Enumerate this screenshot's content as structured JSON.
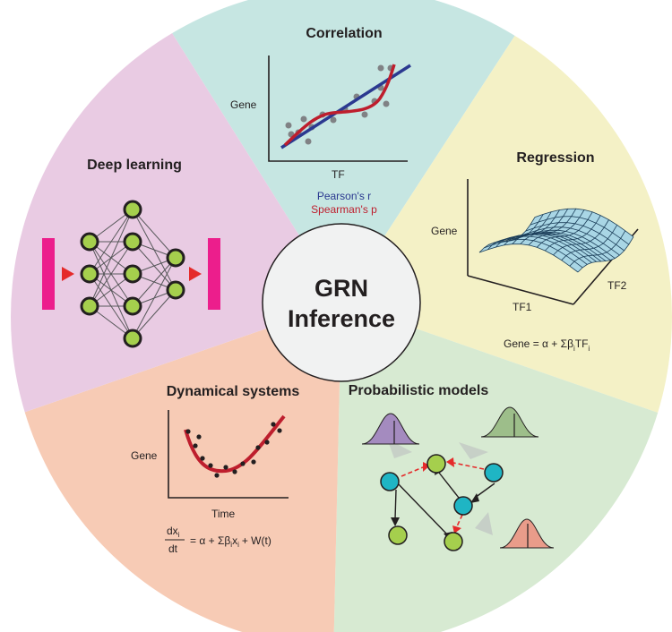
{
  "center": {
    "line1": "GRN",
    "line2": "Inference"
  },
  "colors": {
    "correlation": "#c6e6e2",
    "regression": "#f4f1c6",
    "probabilistic": "#d7ead2",
    "dynamical": "#f7cbb5",
    "deep_learning": "#e9cbe3",
    "pearson": "#2b3990",
    "spearman": "#be1e2d",
    "node_green": "#a5cf4d",
    "node_cyan": "#1fb5c4",
    "io_bar": "#ec1e8c",
    "arrow_red": "#e52a2a"
  },
  "sections": {
    "correlation": {
      "title": "Correlation",
      "ylabel": "Gene",
      "xlabel": "TF",
      "legend_pearson": "Pearson's r",
      "legend_spearman": "Spearman's p"
    },
    "regression": {
      "title": "Regression",
      "ylabel": "Gene",
      "xlabel1": "TF1",
      "xlabel2": "TF2",
      "eq_main": "Gene = α + Σβ",
      "eq_sub1": "i",
      "eq_mid": "TF",
      "eq_sub2": "i"
    },
    "probabilistic": {
      "title": "Probabilistic models"
    },
    "dynamical": {
      "title": "Dynamical systems",
      "ylabel": "Gene",
      "xlabel": "Time",
      "eq_num": "dx",
      "eq_num_sub": "i",
      "eq_den": "dt",
      "eq_rhs_a": "= α + Σβ",
      "eq_rhs_sub1": "i",
      "eq_rhs_b": "x",
      "eq_rhs_sub2": "i",
      "eq_rhs_c": "+ W(t)"
    },
    "deep_learning": {
      "title": "Deep learning"
    }
  }
}
